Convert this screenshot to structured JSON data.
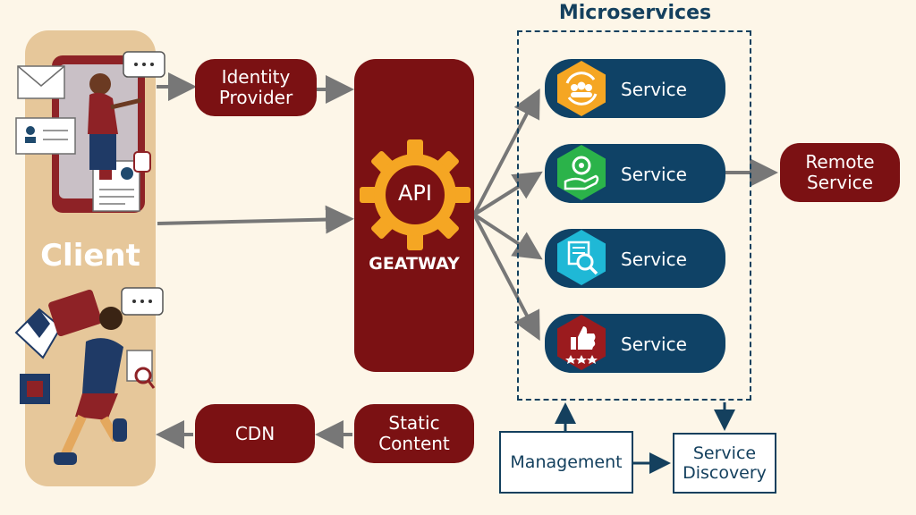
{
  "title": "Microservices",
  "client": {
    "label": "Client"
  },
  "identity_provider": {
    "label": "Identity\nProvider"
  },
  "gateway": {
    "icon_text": "API",
    "label": "GEATWAY"
  },
  "services": [
    {
      "label": "Service",
      "icon": "team-cycle-icon",
      "color": "#f5a623"
    },
    {
      "label": "Service",
      "icon": "hand-gear-icon",
      "color": "#2bb34a"
    },
    {
      "label": "Service",
      "icon": "search-document-icon",
      "color": "#1fb8d6"
    },
    {
      "label": "Service",
      "icon": "thumbs-up-rating-icon",
      "color": "#9b1b1e"
    }
  ],
  "remote_service": {
    "label": "Remote\nService"
  },
  "cdn": {
    "label": "CDN"
  },
  "static_content": {
    "label": "Static\nContent"
  },
  "management": {
    "label": "Management"
  },
  "service_discovery": {
    "label": "Service\nDiscovery"
  },
  "colors": {
    "background": "#fdf6e8",
    "client_panel": "#e6c79a",
    "maroon": "#7b1113",
    "navy": "#0f4266",
    "arrow": "#777777",
    "gear": "#f5a623"
  }
}
